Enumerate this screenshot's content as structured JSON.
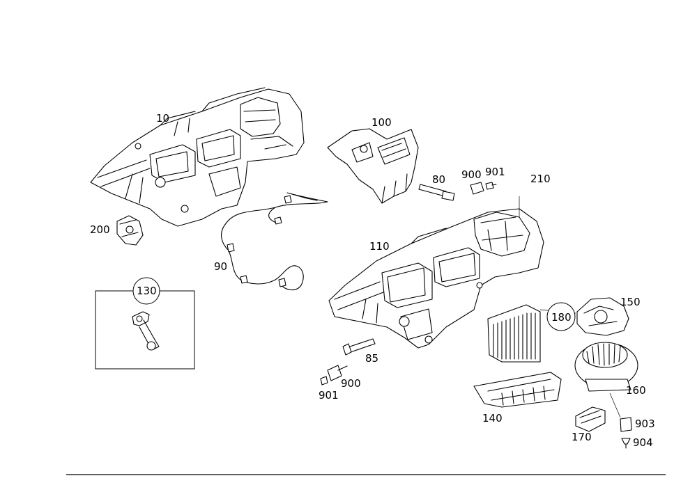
{
  "diagram": {
    "labels": {
      "p10": "10",
      "p100": "100",
      "p80": "80",
      "p900a": "900",
      "p901a": "901",
      "p210": "210",
      "p200": "200",
      "p110": "110",
      "p90": "90",
      "p130": "130",
      "p180": "180",
      "p150": "150",
      "p85": "85",
      "p900b": "900",
      "p901b": "901",
      "p160": "160",
      "p140": "140",
      "p903": "903",
      "p170": "170",
      "p904": "904"
    }
  }
}
